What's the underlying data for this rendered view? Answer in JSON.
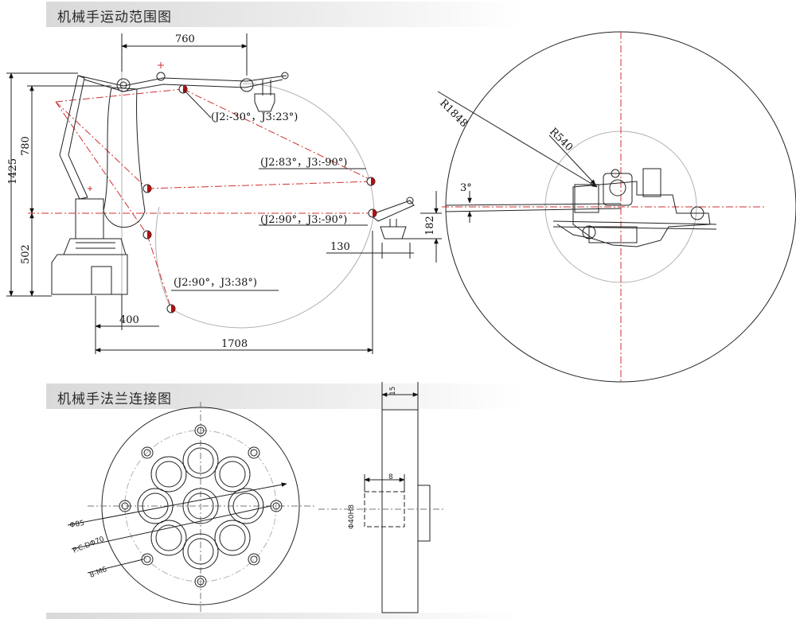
{
  "sections": {
    "motion_range_title": "机械手运动范围图",
    "flange_title": "机械手法兰连接图"
  },
  "side_view": {
    "dim_760": "760",
    "dim_1425": "1425",
    "dim_780": "780",
    "dim_502": "502",
    "dim_400": "400",
    "dim_1708": "1708",
    "dim_130": "130",
    "dim_182": "182",
    "pose_1": "(J2:-30°，J3:23°)",
    "pose_2": "(J2:83°，J3:-90°)",
    "pose_3": "(J2:90°，J3:-90°)",
    "pose_4": "(J2:90°，J3:38°)"
  },
  "top_view": {
    "radius_outer": "R1848",
    "radius_inner": "R540",
    "angle": "3°"
  },
  "flange": {
    "dia_outer": "Φ85",
    "pcd": "P.C.DΦ70",
    "holes": "8-M6",
    "thickness": "15",
    "depth": "8",
    "bore": "Φ40H8"
  },
  "colors": {
    "line": "#222222",
    "center_line": "#d03030",
    "construction": "#b0b0b0"
  }
}
